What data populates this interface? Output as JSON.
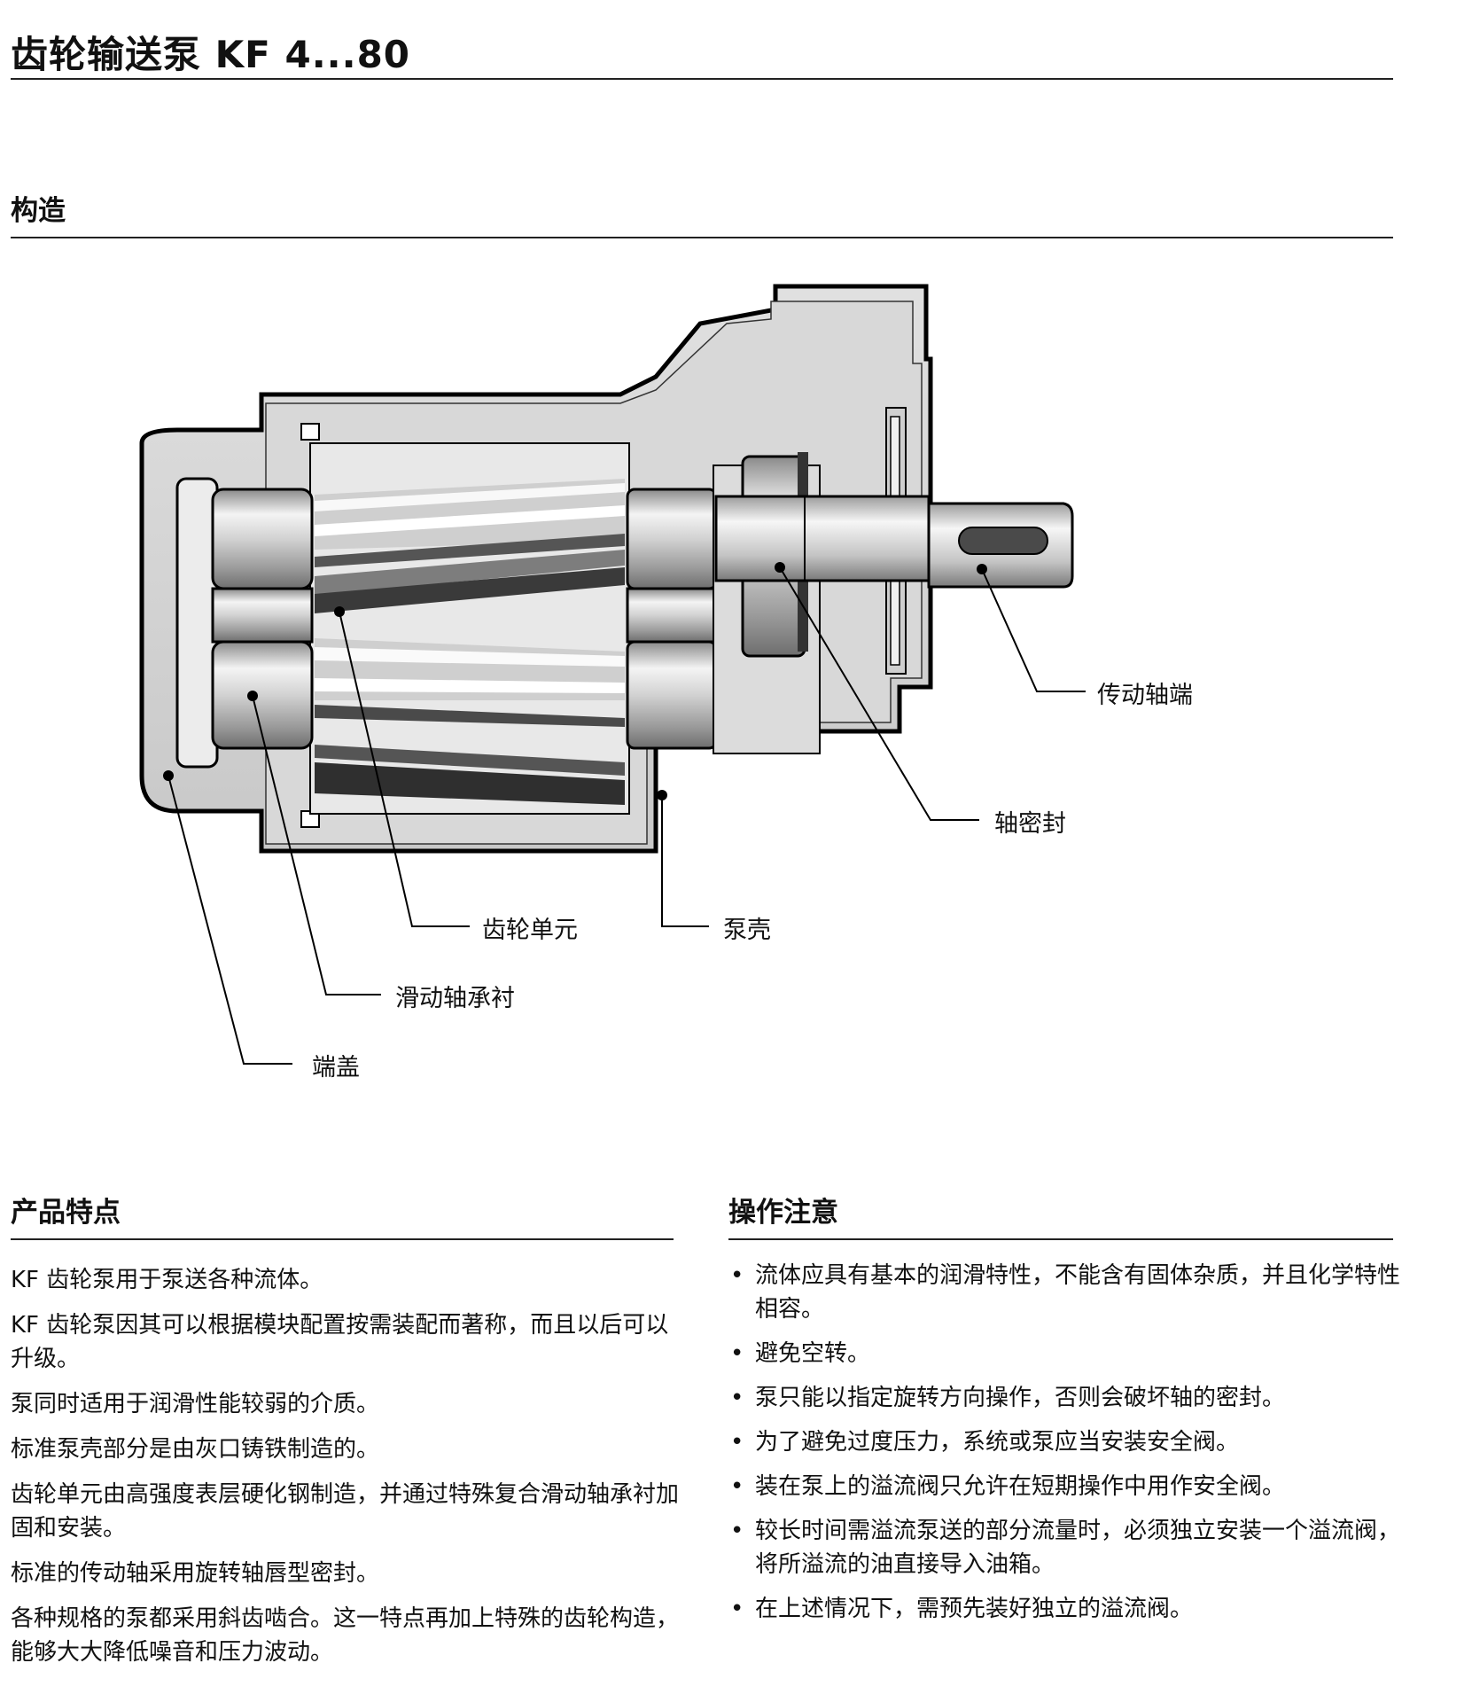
{
  "header": {
    "title": "齿轮输送泵 KF 4...80"
  },
  "construction": {
    "heading": "构造",
    "callouts": {
      "drive_shaft_end": "传动轴端",
      "shaft_seal": "轴密封",
      "gear_unit": "齿轮单元",
      "housing": "泵壳",
      "sliding_bushing": "滑动轴承衬",
      "end_cover": "端盖"
    }
  },
  "features": {
    "heading": "产品特点",
    "paragraphs": [
      "KF 齿轮泵用于泵送各种流体。",
      "KF 齿轮泵因其可以根据模块配置按需装配而著称，而且以后可以升级。",
      "泵同时适用于润滑性能较弱的介质。",
      "标准泵壳部分是由灰口铸铁制造的。",
      "齿轮单元由高强度表层硬化钢制造，并通过特殊复合滑动轴承衬加固和安装。",
      "标准的传动轴采用旋转轴唇型密封。",
      "各种规格的泵都采用斜齿啮合。这一特点再加上特殊的齿轮构造，能够大大降低噪音和压力波动。"
    ]
  },
  "notes": {
    "heading": "操作注意",
    "bullet": "•",
    "items": [
      "流体应具有基本的润滑特性，不能含有固体杂质，并且化学特性相容。",
      "避免空转。",
      "泵只能以指定旋转方向操作，否则会破坏轴的密封。",
      "为了避免过度压力，系统或泵应当安装安全阀。",
      "装在泵上的溢流阀只允许在短期操作中用作安全阀。",
      "较长时间需溢流泵送的部分流量时，必须独立安装一个溢流阀，将所溢流的油直接导入油箱。",
      "在上述情况下，需预先装好独立的溢流阀。"
    ]
  }
}
